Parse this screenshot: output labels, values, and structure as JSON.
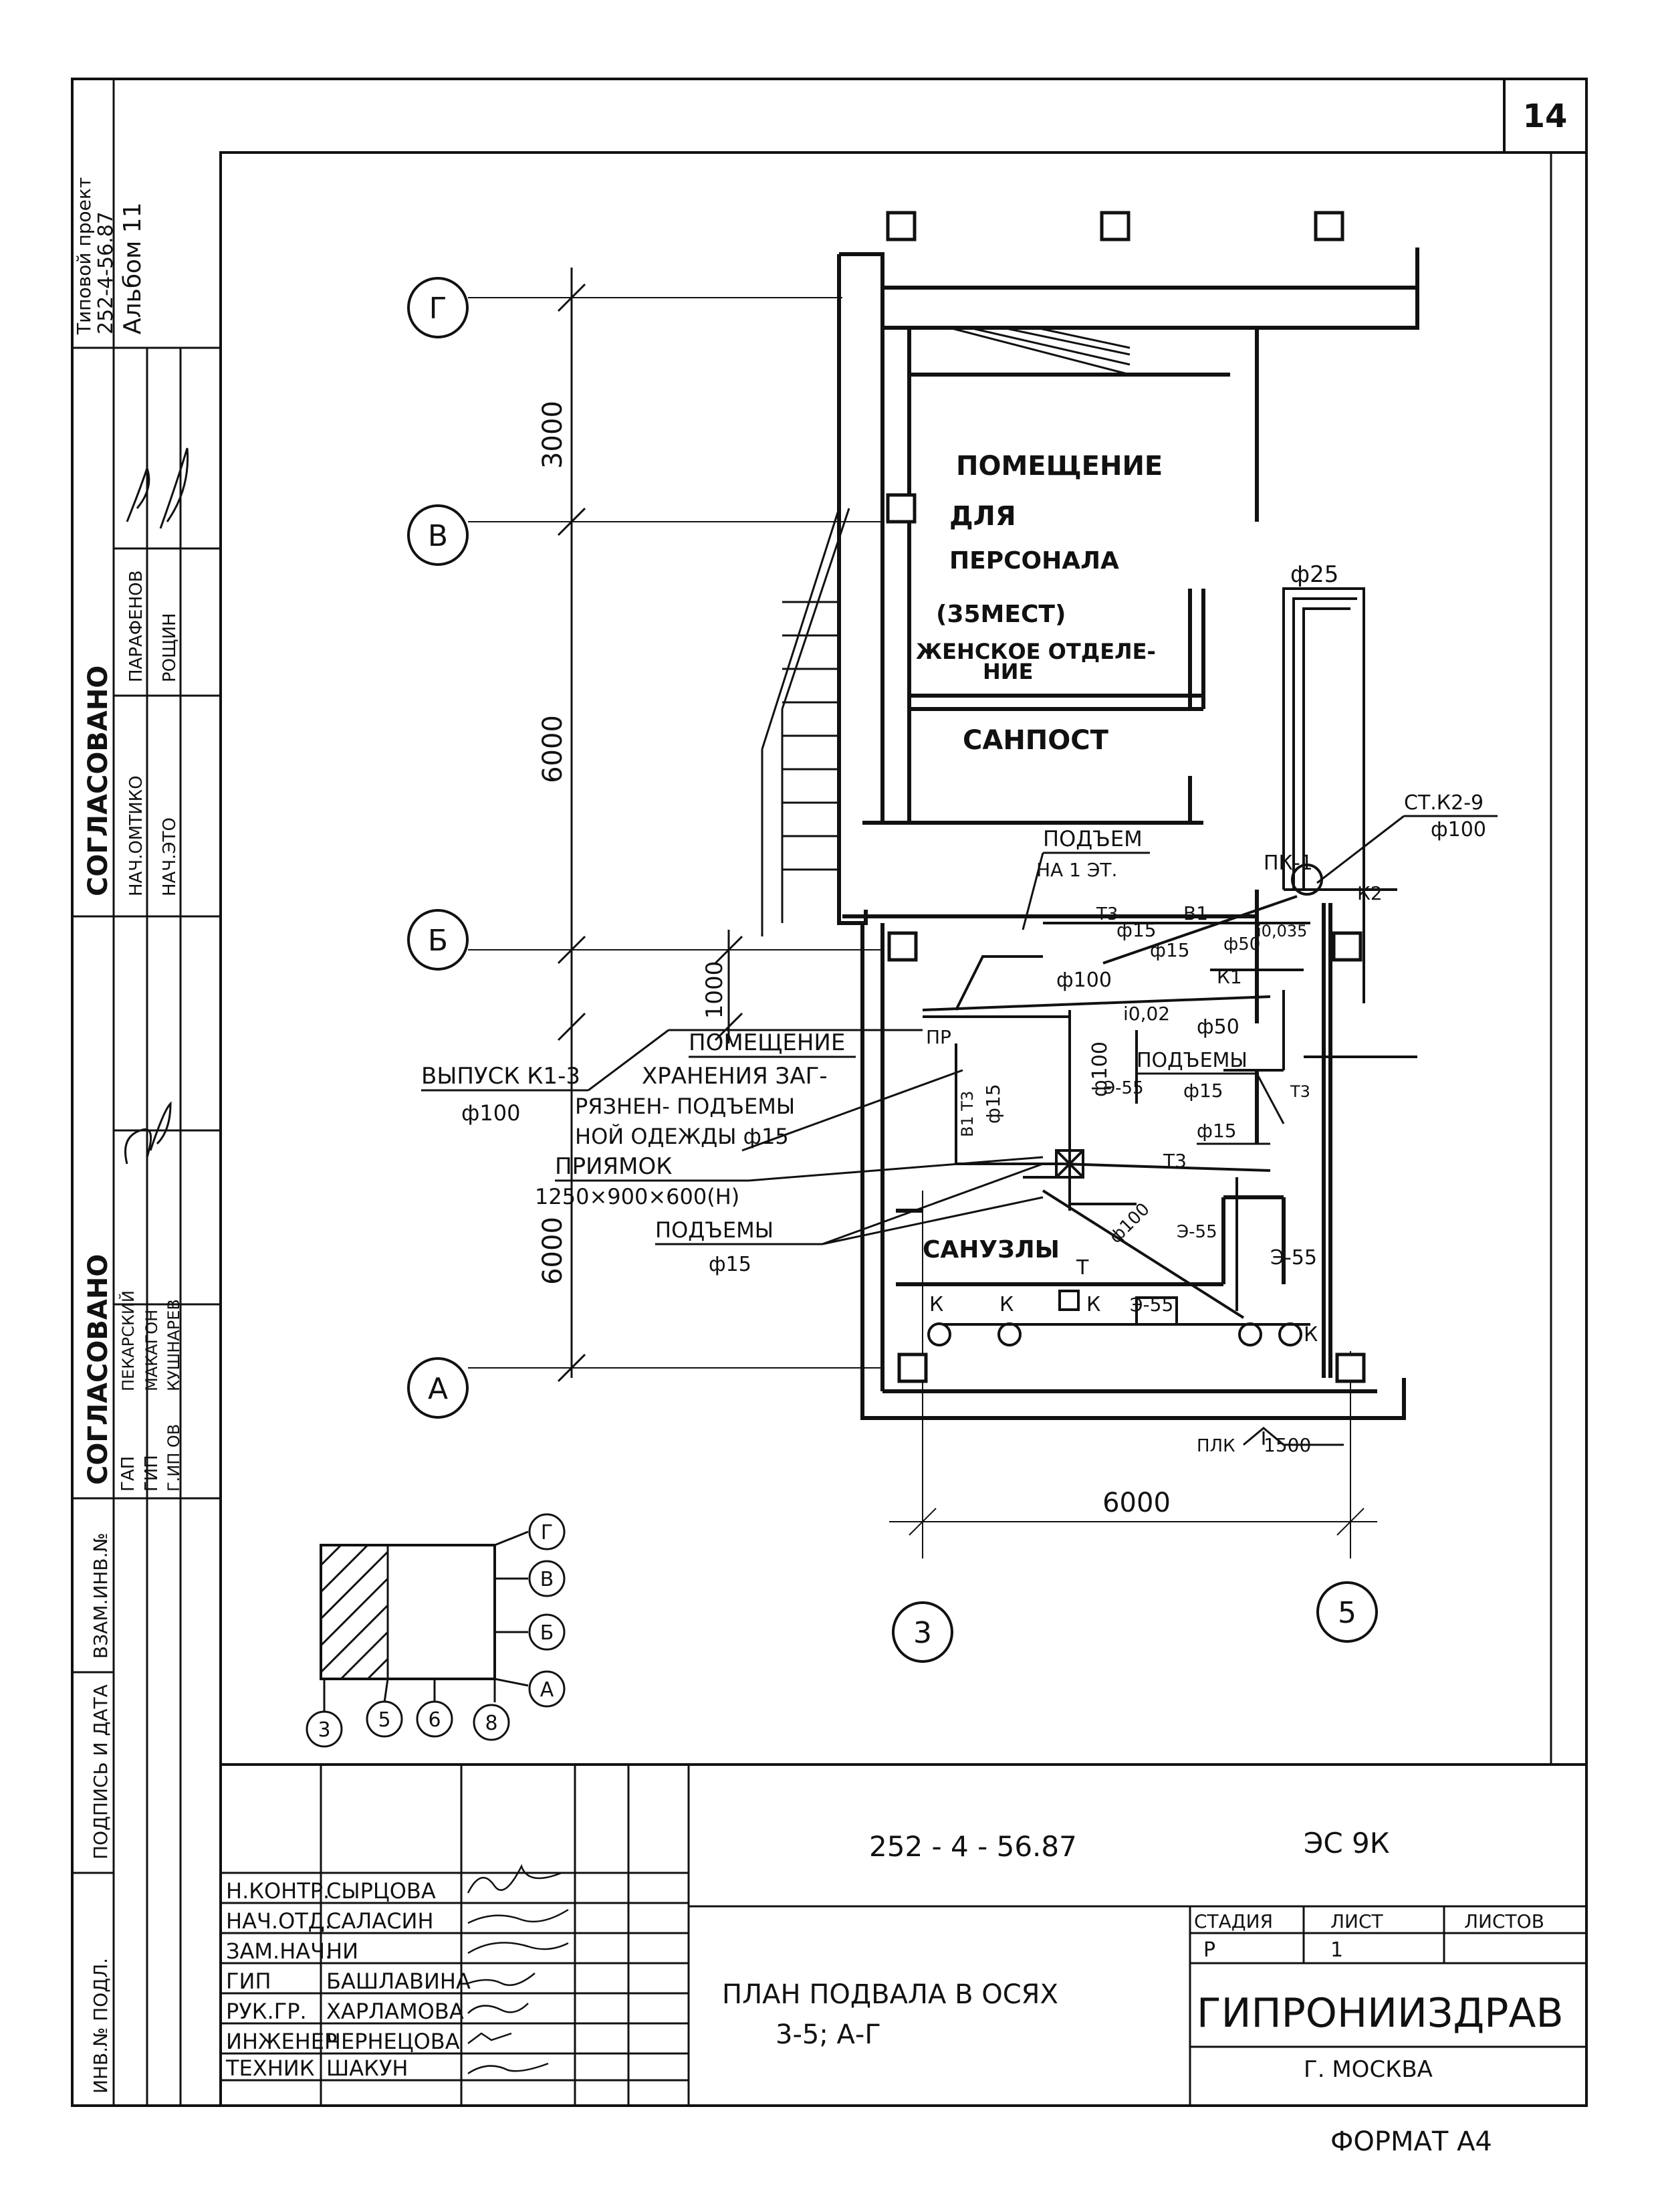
{
  "sheet_number": "14",
  "project_stamp": {
    "line1": "Типовой проект",
    "line2": "252-4-56.87",
    "line3": "Альбом 11"
  },
  "approval_upper": {
    "header": "СОГЛАСОВАНО",
    "roles": [
      "НАЧ.ОМТИКО",
      "НАЧ.ЭТО"
    ],
    "names": [
      "ПАРАФЕНОВ",
      "РОЩИН"
    ]
  },
  "approval_lower": {
    "header": "СОГЛАСОВАНО",
    "roles": [
      "ГАП",
      "ГИП",
      "Г.ИП ОВ"
    ],
    "names": [
      "ПЕКАРСКИЙ",
      "МАКАГОН",
      "КУШНАРЕВ"
    ]
  },
  "left_strip": {
    "inv_podl": "ИНВ.№ ПОДЛ.",
    "podpis_data": "ПОДПИСЬ И ДАТА",
    "vzam_inv": "ВЗАМ.ИНВ.№"
  },
  "axes": {
    "rows": [
      "Г",
      "В",
      "Б",
      "А"
    ],
    "cols": [
      "3",
      "5"
    ]
  },
  "dimensions": {
    "g_v": "3000",
    "v_b": "6000",
    "b_step": "1000",
    "b_a": "6000",
    "col_3_5": "6000",
    "plk_dim": "1500"
  },
  "rooms": {
    "staff_room": [
      "ПОМЕЩЕНИЕ",
      "ДЛЯ",
      "ПЕРСОНАЛА",
      "(35МЕСТ)",
      "ЖЕНСКОЕ ОТДЕЛЕ-",
      "НИЕ"
    ],
    "sanpost": "САНПОСТ",
    "sanuzly": "САНУЗЛЫ"
  },
  "annotations": {
    "phi25": "ф25",
    "st_k2": "СТ.К2-9",
    "phi100_riser": "ф100",
    "pk1": "ПК-1",
    "k2": "К2",
    "podem": "ПОДЪЕМ",
    "na1st": "НА 1 ЭТ.",
    "phi15_a": "ф15",
    "b1": "В1",
    "t3_a": "Т3",
    "phi15_b": "ф15",
    "phi50": "ф50",
    "slope_0035": "i0,035",
    "phi100_a": "ф100",
    "k1": "К1",
    "slope_002": "i0,02",
    "phi50_b": "ф50",
    "podemy": "ПОДЪЕМЫ",
    "phi15_c": "ф15",
    "phi15_d": "ф15",
    "t3_b": "Т3",
    "t3_c": "Т3",
    "vypusk": "ВЫПУСК К1-3",
    "vypusk_phi": "ф100",
    "storage": [
      "ПОМЕЩЕНИЕ",
      "ХРАНЕНИЯ ЗАГ-",
      "РЯЗНЕН- ПОДЪЕМЫ",
      "НОЙ ОДЕЖДЫ ф15"
    ],
    "pr": "ПР",
    "priyamok": "ПРИЯМОК",
    "priyamok_size": "1250×900×600(Н)",
    "podemy2": "ПОДЪЕМЫ",
    "podemy2_phi": "ф15",
    "phi15_v": "ф15",
    "phi100_v": "ф100",
    "v1_t3": "В1 Т3",
    "ds_a": "Э-55",
    "ds_b": "Э-55",
    "ds_c": "Э-55",
    "phi100_c": "ф100",
    "fixtures": [
      "К",
      "К",
      "Т",
      "К",
      "К"
    ],
    "plk": "ПЛК"
  },
  "key_plan": {
    "rows": [
      "Г",
      "В",
      "Б",
      "А"
    ],
    "cols": [
      "3",
      "5",
      "6",
      "8"
    ]
  },
  "title_block": {
    "roles": [
      "Н.КОНТР.",
      "НАЧ.ОТД.",
      "ЗАМ.НАЧ.",
      "ГИП",
      "РУК.ГР.",
      "ИНЖЕНЕР",
      "ТЕХНИК"
    ],
    "names": [
      "СЫРЦОВА",
      "САЛАСИН",
      "НИ",
      "БАШЛАВИНА",
      "ХАРЛАМОВА",
      "ЧЕРНЕЦОВА",
      "ШАКУН"
    ],
    "code": "252 - 4 - 56.87",
    "mark": "ЭС   9К",
    "title": [
      "ПЛАН ПОДВАЛА В ОСЯХ",
      "3-5; А-Г"
    ],
    "stage_label": "СТАДИЯ",
    "sheet_label": "ЛИСТ",
    "sheets_label": "ЛИСТОВ",
    "stage": "Р",
    "sheet": "1",
    "org": "ГИПРОНИИЗДРАВ",
    "city": "Г. МОСКВА"
  },
  "format": "ФОРМАТ А4"
}
